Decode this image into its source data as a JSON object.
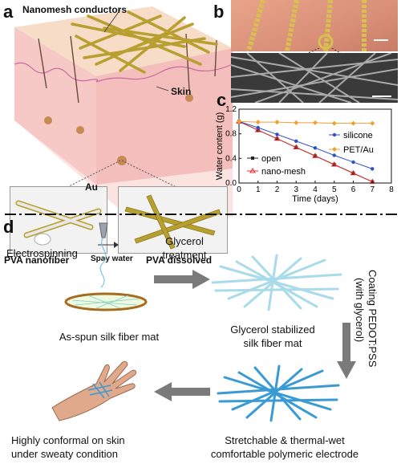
{
  "panel_a": {
    "letter": "a",
    "nanomesh_label": "Nanomesh conductors",
    "skin_label": "Skin",
    "au_label": "Au",
    "pva_nanofiber_label": "PVA nanofiber",
    "spray_label": "Spay water",
    "pva_dissolved_label": "PVA dissolved"
  },
  "panel_b": {
    "letter": "b"
  },
  "panel_c": {
    "letter": "c"
  },
  "panel_d": {
    "letter": "d",
    "steps": {
      "electrospinning": "Electrospinning",
      "glycerol_treatment_1": "Glycerol",
      "glycerol_treatment_2": "treatment",
      "as_spun": "As-spun silk fiber mat",
      "stabilized_1": "Glycerol stabilized",
      "stabilized_2": "silk fiber mat",
      "coating_1": "Coating PEDOT:PSS",
      "coating_2": "(with glycerol)",
      "conformal_1": "Highly conformal on skin",
      "conformal_2": "under sweaty condition",
      "stretchable_1": "Stretchable & thermal-wet",
      "stretchable_2": "comfortable polymeric electrode"
    }
  },
  "colors": {
    "gold": "#b8a030",
    "skin": "#f6c9c6",
    "fiber_blue": "#3a9ad4",
    "fiber_light": "#a9dbea",
    "arrow_gray": "#7a7a7a",
    "series_open": "#222222",
    "series_nanomesh": "#e03030",
    "series_silicone": "#3050c0",
    "series_petau": "#f0a030"
  },
  "chart_data": {
    "type": "line",
    "xlabel": "Time (days)",
    "ylabel": "Water content (g)",
    "xlim": [
      0,
      8
    ],
    "ylim": [
      0,
      1.2
    ],
    "xticks": [
      "0",
      "1",
      "2",
      "3",
      "4",
      "5",
      "6",
      "7",
      "8"
    ],
    "yticks": [
      "0.0",
      "0.4",
      "0.8",
      "1.2"
    ],
    "legend_position": "right and bottom-left",
    "series": [
      {
        "name": "open",
        "color": "#222222",
        "marker": "square",
        "x": [
          0,
          1,
          2,
          3,
          4,
          5,
          6,
          7
        ],
        "y": [
          1.0,
          0.86,
          0.72,
          0.58,
          0.44,
          0.3,
          0.16,
          0.02
        ]
      },
      {
        "name": "nano-mesh",
        "color": "#e03030",
        "marker": "triangle",
        "x": [
          0,
          1,
          2,
          3,
          4,
          5,
          6,
          7
        ],
        "y": [
          1.0,
          0.86,
          0.72,
          0.58,
          0.44,
          0.3,
          0.16,
          0.02
        ]
      },
      {
        "name": "silicone",
        "color": "#3050c0",
        "marker": "circle",
        "x": [
          0,
          1,
          2,
          3,
          4,
          5,
          6,
          7
        ],
        "y": [
          1.0,
          0.9,
          0.79,
          0.68,
          0.57,
          0.45,
          0.34,
          0.23
        ]
      },
      {
        "name": "PET/Au",
        "color": "#f0a030",
        "marker": "diamond",
        "x": [
          0,
          1,
          2,
          3,
          4,
          5,
          6,
          7
        ],
        "y": [
          1.0,
          0.99,
          0.99,
          0.98,
          0.98,
          0.97,
          0.97,
          0.97
        ]
      }
    ]
  }
}
